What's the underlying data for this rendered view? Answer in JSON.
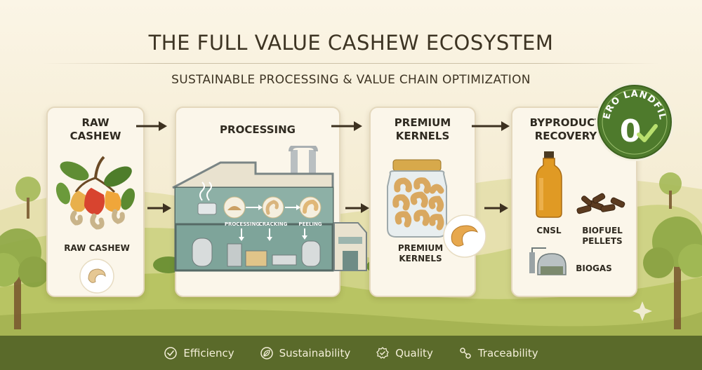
{
  "title": "THE FULL VALUE CASHEW ECOSYSTEM",
  "subtitle": "SUSTAINABLE PROCESSING & VALUE CHAIN OPTIMIZATION",
  "cards": {
    "raw": {
      "title_line1": "RAW",
      "title_line2": "CASHEW",
      "label": "RAW CASHEW"
    },
    "processing": {
      "title": "PROCESSING",
      "steps": [
        "PROCESSING",
        "CRACKING",
        "PEELING"
      ]
    },
    "kernels": {
      "title_line1": "PREMIUM",
      "title_line2": "KERNELS",
      "label_line1": "PREMIUM",
      "label_line2": "KERNELS"
    },
    "byproduct": {
      "title_line1": "BYPRODUCT",
      "title_line2": "RECOVERY",
      "items": [
        "CNSL",
        "BIOFUEL",
        "PELLETS",
        "BIOGAS"
      ]
    }
  },
  "badge": {
    "text": "ZERO LANDFILL",
    "mark": "0",
    "accent": "#4e7a2c"
  },
  "footer": {
    "items": [
      {
        "label": "Efficiency",
        "icon": "check-circle-icon"
      },
      {
        "label": "Sustainability",
        "icon": "leaf-icon"
      },
      {
        "label": "Quality",
        "icon": "badge-check-icon"
      },
      {
        "label": "Traceability",
        "icon": "link-chain-icon"
      }
    ]
  },
  "colors": {
    "footer_bg": "#5a6a2a",
    "card_bg": "#fbf6ea",
    "text": "#2f2a20",
    "arrow": "#3d3120"
  }
}
